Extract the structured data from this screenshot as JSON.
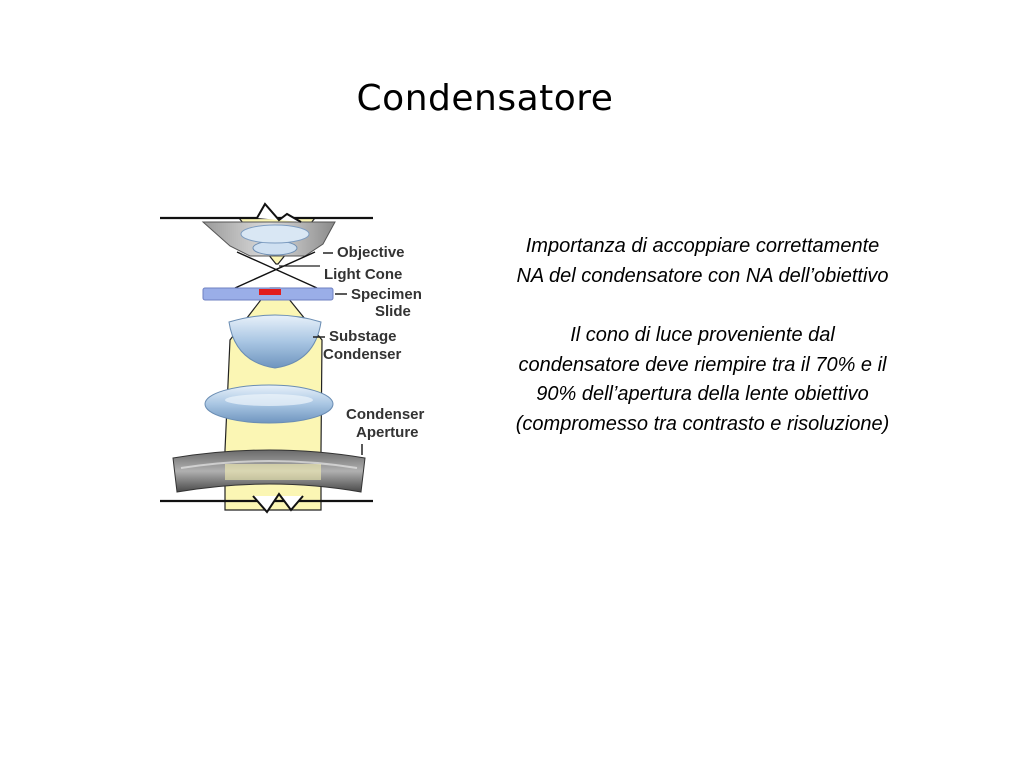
{
  "title": "Condensatore",
  "diagram": {
    "labels": {
      "objective": "Objective",
      "light_cone": "Light Cone",
      "specimen_slide_1": "Specimen",
      "specimen_slide_2": "Slide",
      "substage_condenser_1": "Substage",
      "substage_condenser_2": "Condenser",
      "condenser_aperture_1": "Condenser",
      "condenser_aperture_2": "Aperture"
    }
  },
  "text": {
    "paragraph1": "Importanza di accoppiare correttamente NA del condensatore con NA dell’obiettivo",
    "paragraph2": "Il cono di luce proveniente dal condensatore deve riempire tra il 70% e il 90% dell’apertura della lente obiettivo (compromesso tra contrasto e risoluzione)"
  },
  "colors": {
    "light_cone": "#fbf6b4",
    "lens": "#b8d2ea",
    "slide": "#9aaee8",
    "specimen": "#e21c1c"
  }
}
